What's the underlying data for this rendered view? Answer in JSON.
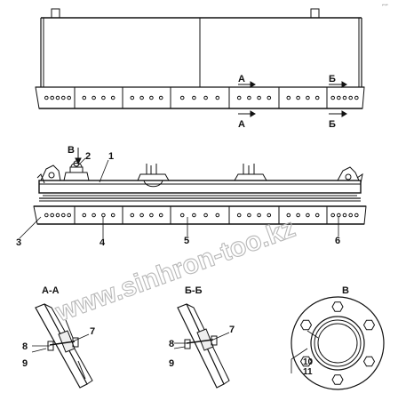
{
  "watermark": {
    "text": "www.sinhron-too.kz"
  },
  "corner_mark": "⌐⌐",
  "section_marks": {
    "a": "А",
    "b": "Б"
  },
  "callouts": {
    "c1": "1",
    "c2": "2",
    "c3": "3",
    "c4": "4",
    "c5": "5",
    "c6": "6",
    "c7a": "7",
    "c8a": "8",
    "c9a": "9",
    "c7b": "7",
    "c8b": "8",
    "c9b": "9",
    "c10": "10",
    "c11": "11"
  },
  "view_marks": {
    "v_top": "В",
    "v_title": "В"
  },
  "section_titles": {
    "aa": "А-А",
    "bb": "Б-Б"
  },
  "colors": {
    "line": "#111111",
    "watermark": "#b8b8b8",
    "fill": "#ffffff"
  }
}
